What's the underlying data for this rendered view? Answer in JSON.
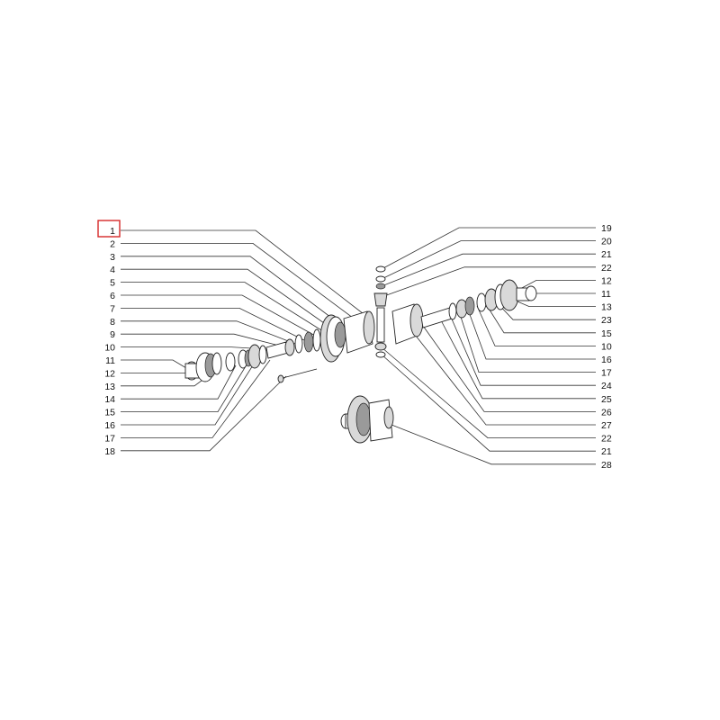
{
  "diagram": {
    "highlight_color": "#d62828",
    "left_labels": [
      "1",
      "2",
      "3",
      "4",
      "5",
      "6",
      "7",
      "8",
      "9",
      "10",
      "11",
      "12",
      "13",
      "14",
      "15",
      "16",
      "17",
      "18"
    ],
    "right_labels": [
      "19",
      "20",
      "21",
      "22",
      "12",
      "11",
      "13",
      "23",
      "15",
      "10",
      "16",
      "17",
      "24",
      "25",
      "26",
      "27",
      "22",
      "21",
      "28"
    ],
    "highlighted_label": "1"
  }
}
